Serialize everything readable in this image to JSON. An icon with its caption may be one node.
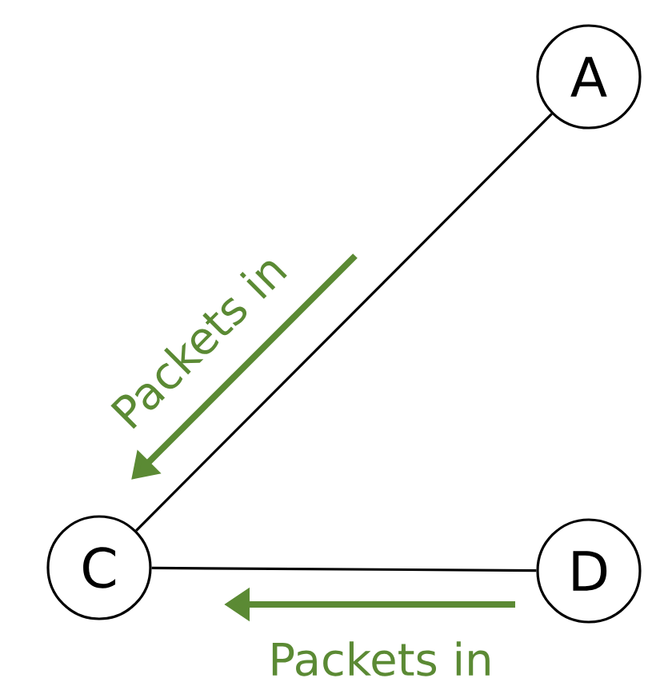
{
  "diagram": {
    "nodes": [
      {
        "text": [
          "A"
        ]
      },
      {
        "text": [
          "C"
        ]
      },
      {
        "text": [
          "D"
        ]
      }
    ],
    "edges": [
      {
        "from": 0,
        "to": 1,
        "arrow": "none"
      },
      {
        "from": 1,
        "to": 2,
        "arrow": "none"
      }
    ],
    "labels": [
      "Packets in",
      "Packets in"
    ]
  }
}
